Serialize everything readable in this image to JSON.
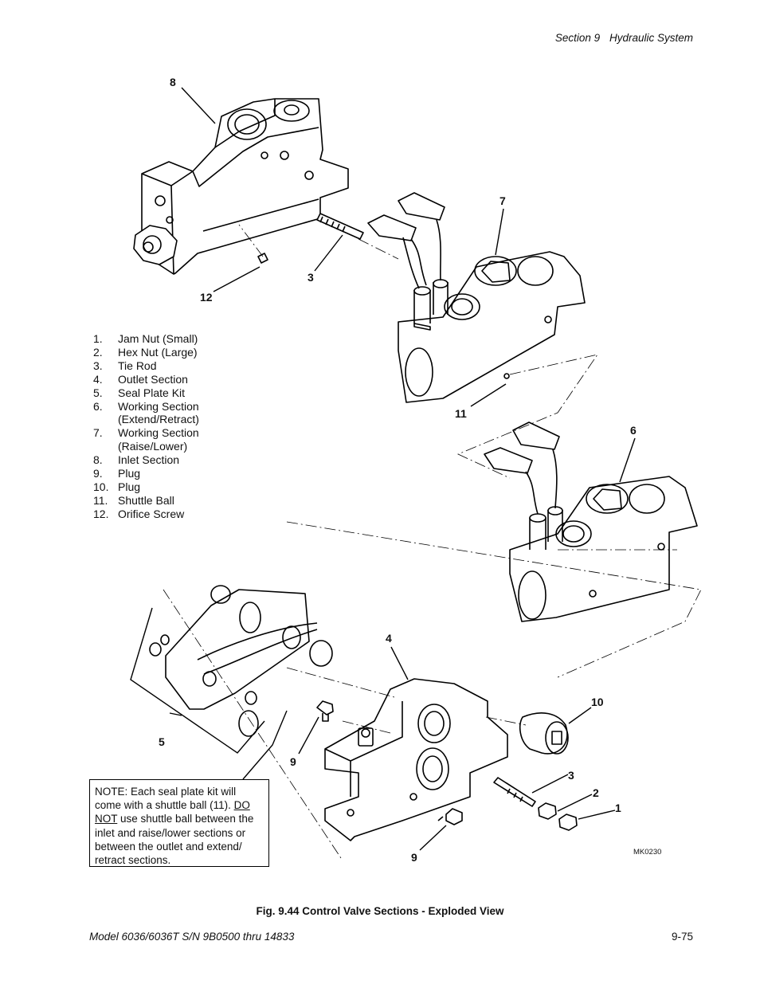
{
  "header": {
    "section": "Section 9",
    "title": "Hydraulic System"
  },
  "callouts": {
    "c8": "8",
    "c7": "7",
    "c3a": "3",
    "c12": "12",
    "c11": "11",
    "c6": "6",
    "c4": "4",
    "c10": "10",
    "c5": "5",
    "c9a": "9",
    "c3b": "3",
    "c2": "2",
    "c1": "1",
    "c9b": "9"
  },
  "parts_list": [
    {
      "num": "1.",
      "text": "Jam Nut (Small)"
    },
    {
      "num": "2.",
      "text": "Hex Nut (Large)"
    },
    {
      "num": "3.",
      "text": "Tie Rod"
    },
    {
      "num": "4.",
      "text": "Outlet Section"
    },
    {
      "num": "5.",
      "text": "Seal Plate Kit"
    },
    {
      "num": "6.",
      "text": "Working Section (Extend/Retract)"
    },
    {
      "num": "7.",
      "text": "Working Section (Raise/Lower)"
    },
    {
      "num": "8.",
      "text": "Inlet Section"
    },
    {
      "num": "9.",
      "text": "Plug"
    },
    {
      "num": "10.",
      "text": "Plug"
    },
    {
      "num": "11.",
      "text": "Shuttle Ball"
    },
    {
      "num": "12.",
      "text": "Orifice Screw"
    }
  ],
  "note": {
    "part1": "NOTE:  Each seal plate kit will come with a shuttle ball (11).  ",
    "do": "DO",
    "not": "NOT",
    "part2": " use shuttle ball between the inlet and raise/lower sections or between the outlet and extend/ retract sections."
  },
  "drawing_id": "MK0230",
  "caption": "Fig. 9.44 Control Valve Sections - Exploded View",
  "footer": {
    "model": "Model 6036/6036T S/N 9B0500 thru 14833",
    "page": "9-75"
  }
}
